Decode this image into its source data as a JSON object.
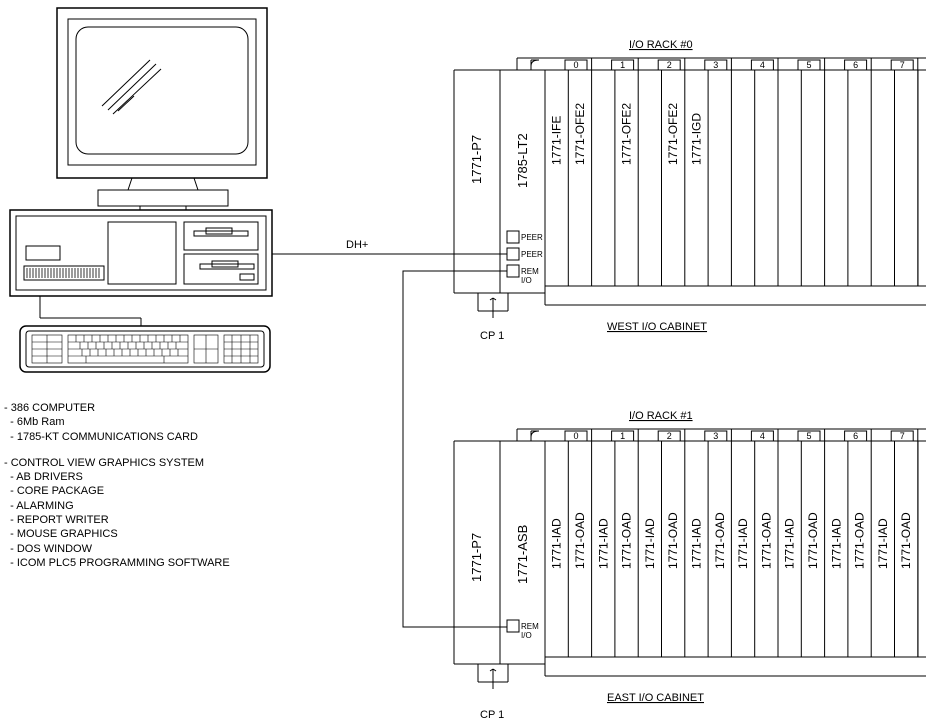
{
  "network": {
    "dh_plus_label": "DH+"
  },
  "rack0": {
    "title": "I/O RACK #0",
    "cabinet": "WEST I/O CABINET",
    "cp": "CP 1",
    "power_supply": "1771-P7",
    "processor": "1785-LT2",
    "ports": [
      "PEER",
      "PEER",
      "REM I/O"
    ],
    "modules": [
      "1771-IFE",
      "1771-OFE2",
      "",
      "1771-OFE2",
      "",
      "1771-OFE2",
      "1771-IGD",
      "",
      "",
      "",
      "",
      "",
      "",
      "",
      "",
      ""
    ],
    "slot_numbers": [
      "0",
      "1",
      "2",
      "3",
      "4",
      "5",
      "6",
      "7"
    ]
  },
  "rack1": {
    "title": "I/O RACK #1",
    "cabinet": "EAST I/O CABINET",
    "cp": "CP 1",
    "power_supply": "1771-P7",
    "adapter": "1771-ASB",
    "ports": [
      "REM I/O"
    ],
    "modules": [
      "1771-IAD",
      "1771-OAD",
      "1771-IAD",
      "1771-OAD",
      "1771-IAD",
      "1771-OAD",
      "1771-IAD",
      "1771-OAD",
      "1771-IAD",
      "1771-OAD",
      "1771-IAD",
      "1771-OAD",
      "1771-IAD",
      "1771-OAD",
      "1771-IAD",
      "1771-OAD"
    ],
    "slot_numbers": [
      "0",
      "1",
      "2",
      "3",
      "4",
      "5",
      "6",
      "7"
    ]
  },
  "computer_specs": {
    "lines": [
      "- 386 COMPUTER",
      "  - 6Mb Ram",
      "  - 1785-KT COMMUNICATIONS CARD"
    ],
    "software_lines": [
      "- CONTROL VIEW GRAPHICS SYSTEM",
      "  - AB DRIVERS",
      "  - CORE PACKAGE",
      "  - ALARMING",
      "  - REPORT WRITER",
      "  - MOUSE GRAPHICS",
      "  - DOS WINDOW",
      "  - ICOM PLC5 PROGRAMMING SOFTWARE"
    ]
  }
}
